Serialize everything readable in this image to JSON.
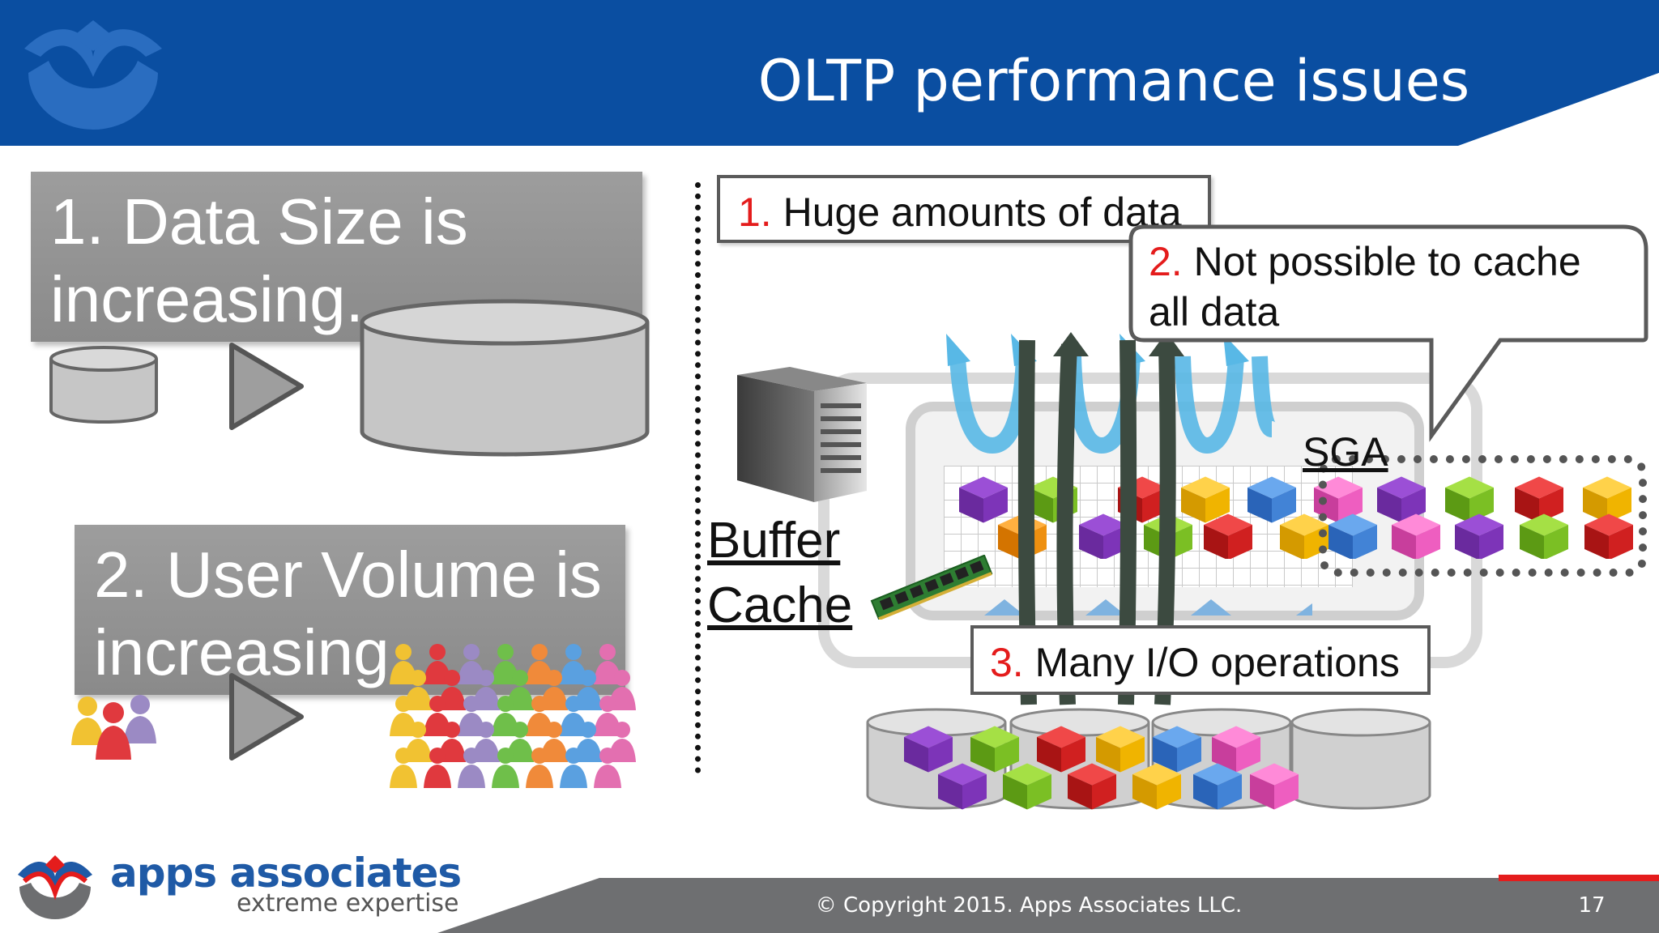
{
  "slide": {
    "title": "OLTP performance issues",
    "page_number": "17"
  },
  "left_panel": {
    "box1": {
      "line1": "1. Data Size is",
      "line2": "increasing."
    },
    "box2": {
      "line1": "2. User Volume is",
      "line2": "increasing."
    }
  },
  "right_panel": {
    "callout1": {
      "num": "1.",
      "text": " Huge amounts of data"
    },
    "callout2": {
      "num": "2.",
      "text_line1": " Not possible to cache",
      "text_line2": "all data"
    },
    "callout3": {
      "num": "3.",
      "text": " Many I/O operations"
    },
    "sga_label": "SGA",
    "buffer_label_line1": "Buffer",
    "buffer_label_line2": "Cache"
  },
  "footer": {
    "brand_name": "apps associates",
    "brand_tagline": "extreme expertise",
    "copyright": "© Copyright 2015. Apps Associates LLC."
  },
  "colors": {
    "header_blue": "#0a4ea1",
    "accent_red": "#e41c1c",
    "footer_gray": "#6e6f71"
  }
}
